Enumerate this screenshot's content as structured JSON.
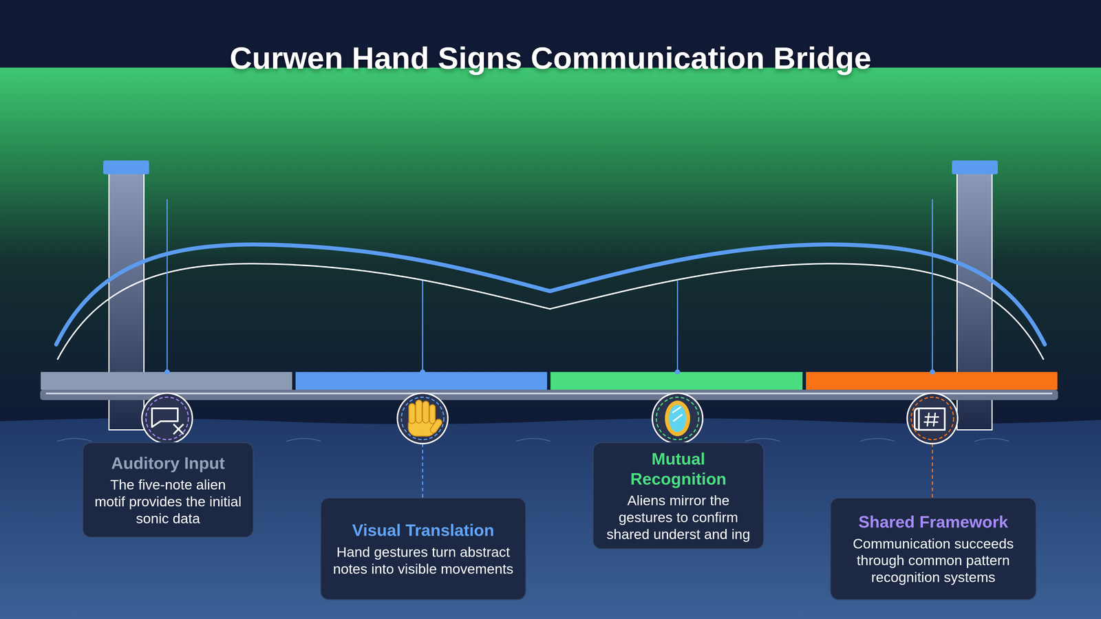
{
  "diagram": {
    "title": "Curwen Hand Signs Communication Bridge",
    "nodes": [
      {
        "text": [
          "Auditory Input",
          "The five-note alien motif provides the initial sonic data"
        ]
      },
      {
        "text": [
          "Visual Translation",
          "Hand gestures turn abstract notes into visible movements"
        ]
      },
      {
        "text": [
          "Mutual Recognition",
          "Aliens mirror the gestures to confirm shared underst and ing"
        ]
      },
      {
        "text": [
          "Shared Framework",
          "Communication succeeds through common pattern recognition systems"
        ]
      }
    ]
  }
}
